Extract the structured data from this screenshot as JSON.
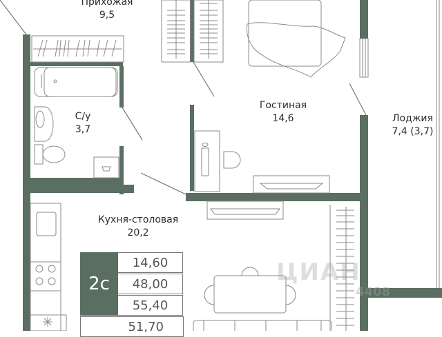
{
  "plan": {
    "type_badge": "2с",
    "colors": {
      "wall": "#5a6e61",
      "text": "#2b2b2b",
      "line": "#8a8a8a"
    },
    "rooms": [
      {
        "id": "hallway",
        "name": "Прихожая",
        "area": "9,5"
      },
      {
        "id": "bathroom",
        "name": "С/у",
        "area": "3,7"
      },
      {
        "id": "living",
        "name": "Гостиная",
        "area": "14,6"
      },
      {
        "id": "loggia",
        "name": "Лоджия",
        "area": "7,4 (3,7)"
      },
      {
        "id": "kitchen",
        "name": "Кухня-столовая",
        "area": "20,2"
      }
    ],
    "areas_table": [
      "14,60",
      "48,00",
      "55,40",
      "51,70"
    ],
    "watermark": {
      "brand": "ЦИАН",
      "code": "4408"
    }
  }
}
